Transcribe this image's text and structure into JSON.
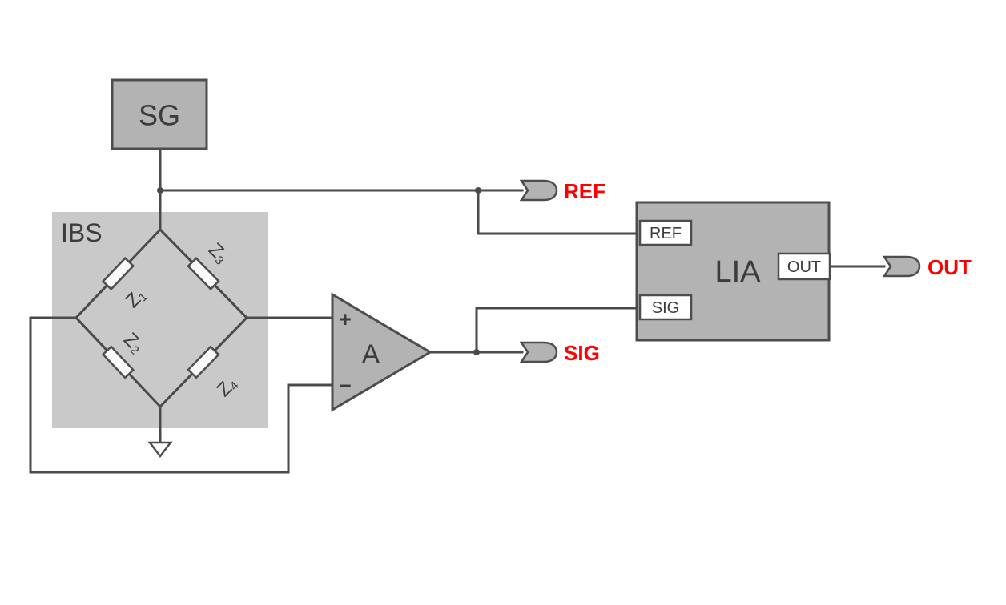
{
  "colors": {
    "block_fill": "#b3b3b3",
    "region_fill": "#c9c9c9",
    "wire": "#4a4a4a",
    "signal_label_red": "#ff0000",
    "port_fill": "#ffffff",
    "text": "#3c3c3c"
  },
  "blocks": {
    "sg": {
      "label": "SG"
    },
    "ibs": {
      "label": "IBS"
    },
    "amplifier": {
      "label": "A",
      "input_plus": "+",
      "input_minus": "−"
    },
    "lia": {
      "label": "LIA",
      "port_ref": "REF",
      "port_sig": "SIG",
      "port_out": "OUT"
    }
  },
  "bridge": {
    "z1": {
      "base": "Z",
      "sub": "1"
    },
    "z2": {
      "base": "Z",
      "sub": "2"
    },
    "z3": {
      "base": "Z",
      "sub": "3"
    },
    "z4": {
      "base": "Z",
      "sub": "4"
    }
  },
  "connectors": {
    "ref": {
      "label": "REF"
    },
    "sig": {
      "label": "SIG"
    },
    "out": {
      "label": "OUT"
    }
  }
}
